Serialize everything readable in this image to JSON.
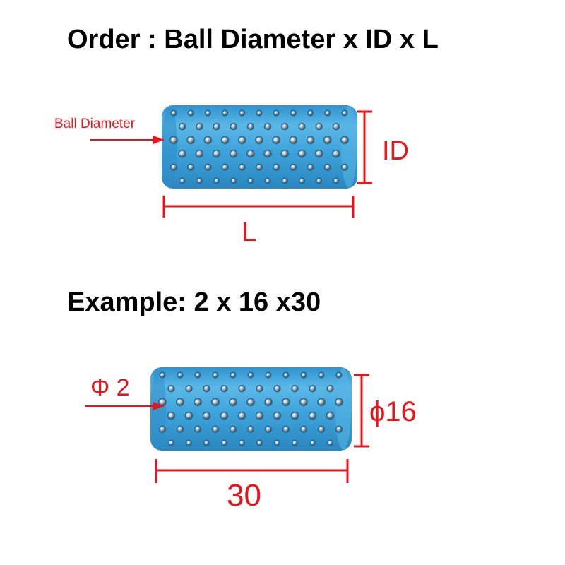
{
  "order_title": "Order : Ball Diameter x ID x L",
  "example_title": "Example:  2 x 16 x30",
  "top_diagram": {
    "ball_label": "Ball Diameter",
    "id_label": "ID",
    "length_label": "L"
  },
  "bottom_diagram": {
    "ball_label": "Φ 2",
    "id_label": "ϕ16",
    "length_label": "30"
  },
  "colors": {
    "cage_blue": "#3ea3da",
    "cage_shade": "#2a87bf",
    "cage_highlight": "#74c3ec",
    "dimension_red": "#e8141b",
    "ball_steel": "#8a9196",
    "text_black": "#000000"
  }
}
